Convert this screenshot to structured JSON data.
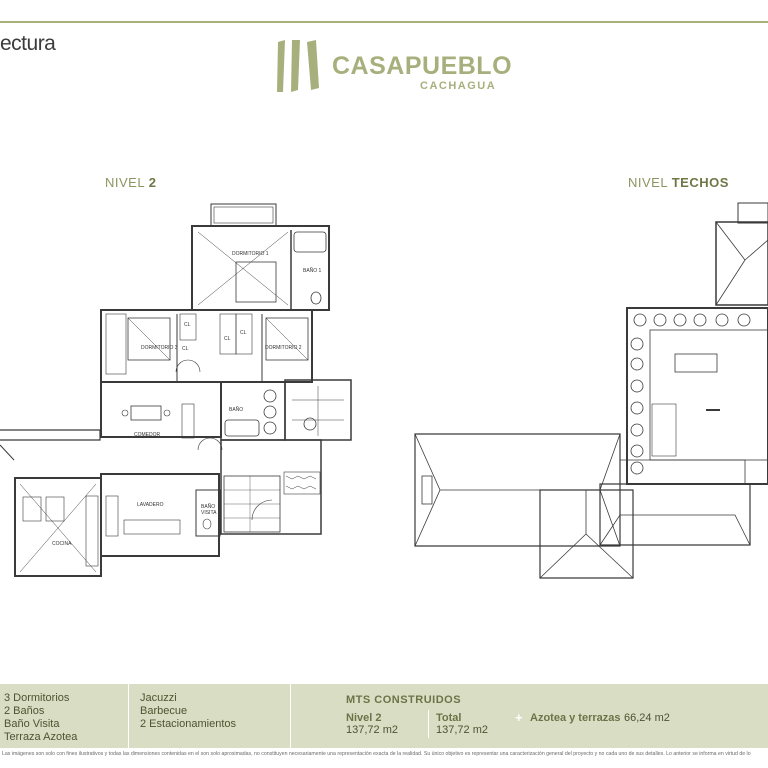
{
  "header": {
    "left_text": "ectura",
    "logo_name": "CASAPUEBLO",
    "logo_sub": "CACHAGUA"
  },
  "levels": {
    "left": {
      "prefix": "NIVEL",
      "name": "2"
    },
    "right": {
      "prefix": "NIVEL",
      "name": "TECHOS"
    }
  },
  "rooms": {
    "dormitorio1": "DORMITORIO 1",
    "bano1": "BAÑO 1",
    "dormitorio3": "DORMITORIO 3",
    "dormitorio2": "DORMITORIO 2",
    "cl": "CL",
    "bano": "BAÑO",
    "comedor": "COMEDOR",
    "lavadero": "LAVADERO",
    "bano_visita_1": "BAÑO",
    "bano_visita_2": "VISITA",
    "cocina": "COCINA"
  },
  "footer": {
    "features_a": [
      "3 Dormitorios",
      "2 Baños",
      "Baño Visita",
      "Terraza Azotea"
    ],
    "features_b": [
      "Jacuzzi",
      "Barbecue",
      "2 Estacionamientos"
    ],
    "mts_title": "MTS  CONSTRUIDOS",
    "nivel_label": "Nivel 2",
    "nivel_value": "137,72 m2",
    "total_label": "Total",
    "total_value": "137,72 m2",
    "plus": "+",
    "azotea_label": "Azotea y terrazas",
    "azotea_value": "66,24 m2"
  },
  "disclaimer": "Las imágenes son solo con fines ilustrativos y todas las dimensiones contenidas en el son solo aproximadas, no constituyen necesariamente una representación exacta de la realidad. Su único objetivo es representar una caracterización general del proyecto y no cada uno de sus detalles. Lo anterior se informa en virtud de lo"
}
